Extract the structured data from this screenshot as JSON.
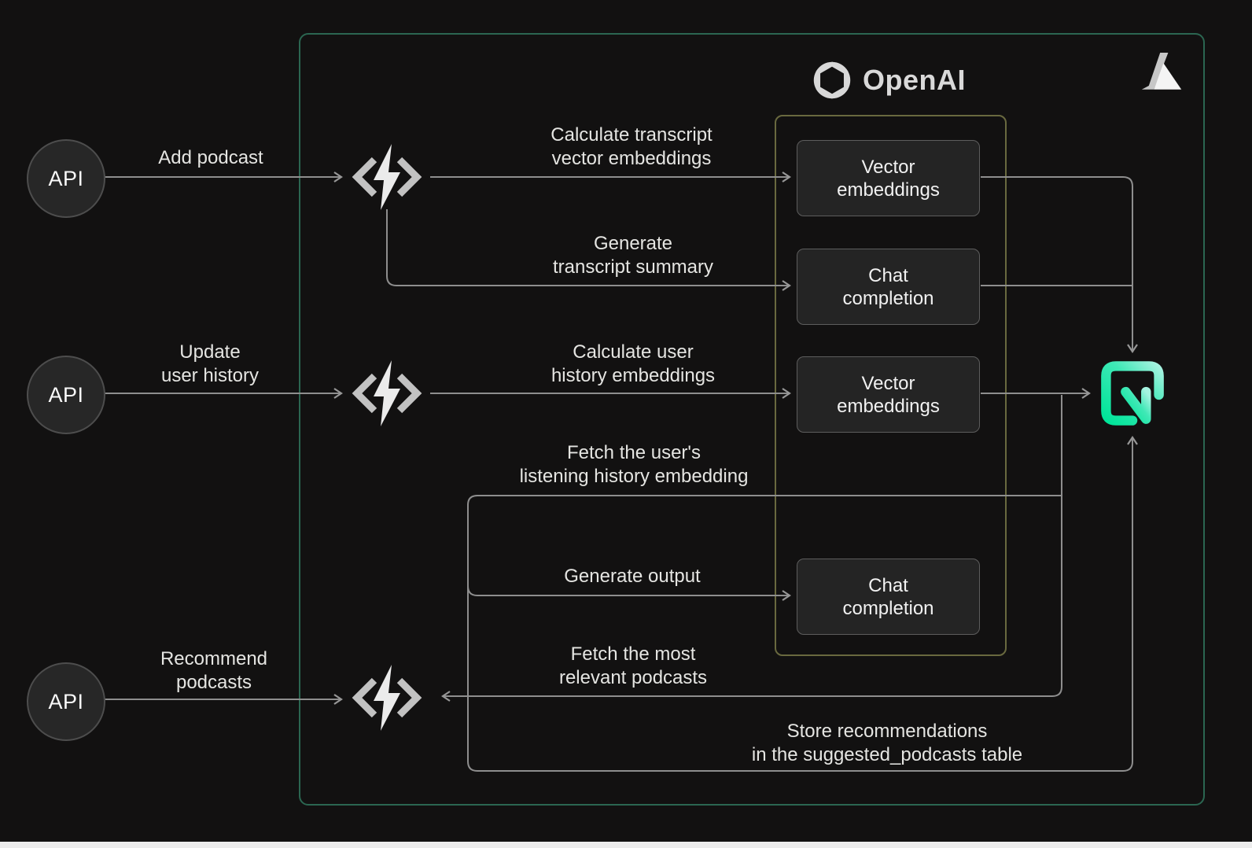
{
  "brand": {
    "openai_wordmark": "OpenAI"
  },
  "nodes": {
    "api": [
      {
        "label": "API"
      },
      {
        "label": "API"
      },
      {
        "label": "API"
      }
    ],
    "services": [
      {
        "label": "Vector\nembeddings"
      },
      {
        "label": "Chat\ncompletion"
      },
      {
        "label": "Vector\nembeddings"
      },
      {
        "label": "Chat\ncompletion"
      }
    ]
  },
  "edges": {
    "add_podcast": "Add podcast",
    "calc_transcript": "Calculate transcript\nvector embeddings",
    "gen_summary": "Generate\ntranscript summary",
    "update_history": "Update\nuser history",
    "calc_user_history": "Calculate user\nhistory embeddings",
    "fetch_history": "Fetch the user's\nlistening history embedding",
    "gen_output": "Generate output",
    "recommend": "Recommend\npodcasts",
    "fetch_podcasts": "Fetch the most\nrelevant podcasts",
    "store_recs": "Store recommendations\nin the suggested_podcasts table"
  },
  "colors": {
    "background": "#121111",
    "azure_boundary": "#2b6651",
    "openai_boundary": "#69693f",
    "service_box_fill": "#242424",
    "service_box_border": "#5d5d5d",
    "connector_line": "#8e8e8e",
    "neon_green": "#00e599",
    "neon_cyan": "#a5f3e0"
  }
}
